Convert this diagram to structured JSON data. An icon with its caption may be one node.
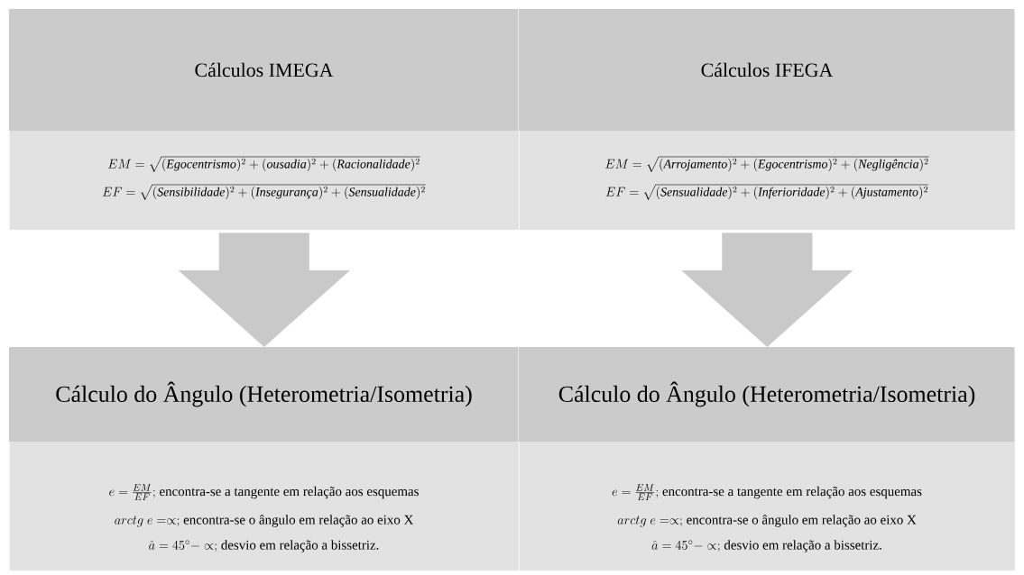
{
  "diagram": {
    "nodes": [
      {
        "text": [
          "Cálculos IMEGA",
          "EM = \\sqrt{(\\textit{Egocentrismo})^2+(\\textit{ousadia})^2+(\\textit{Racionalidade})^2}",
          "EF = \\sqrt{(\\textit{Sensibilidade})^2+(\\textit{Insegurança})^2+(\\textit{Sensualidade})^2}"
        ]
      },
      {
        "text": [
          "Cálculos IFEGA",
          "EM = \\sqrt{(\\textit{Arrojamento})^2+(\\textit{Egocentrismo})^2+(\\textit{Negligência})^2}",
          "EF = \\sqrt{(\\textit{Sensualidade})^2+(\\textit{Inferioridade})^2+(\\textit{Ajustamento})^2}"
        ]
      },
      {
        "text": [
          "Cálculo do Ângulo (Heterometria/Isometria)",
          "e = \\frac{EM}{EF};",
          "encontra-se a tangente em relação aos esquemas",
          "arctg\\ e = \\propto;",
          "encontra-se o ângulo em relação ao eixo X",
          "\\hat{a} = 45^\\circ - \\propto;",
          "desvio em relação a bissetriz."
        ]
      },
      {
        "text": [
          "Cálculo do Ângulo (Heterometria/Isometria)",
          "e = \\frac{EM}{EF};",
          "encontra-se a tangente em relação aos esquemas",
          "arctg\\ e = \\propto;",
          "encontra-se o ângulo em relação ao eixo X",
          "\\hat{a} = 45^\\circ - \\propto;",
          "desvio em relação a bissetriz."
        ]
      }
    ],
    "edges": [
      {
        "from": 0,
        "to": 2,
        "arrow": "to"
      },
      {
        "from": 1,
        "to": 3,
        "arrow": "to"
      }
    ]
  }
}
